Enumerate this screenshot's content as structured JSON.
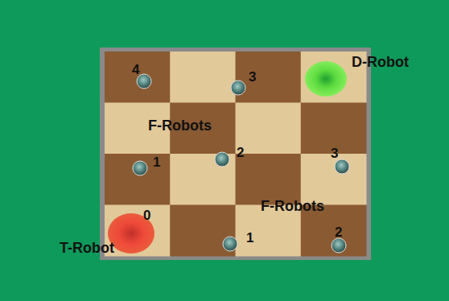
{
  "diagram": {
    "labels": [
      "4",
      "3",
      "D-Robot",
      "F-Robots",
      "1",
      "2",
      "3",
      "F-Robots",
      "0",
      "1",
      "2",
      "T-Robot"
    ]
  }
}
